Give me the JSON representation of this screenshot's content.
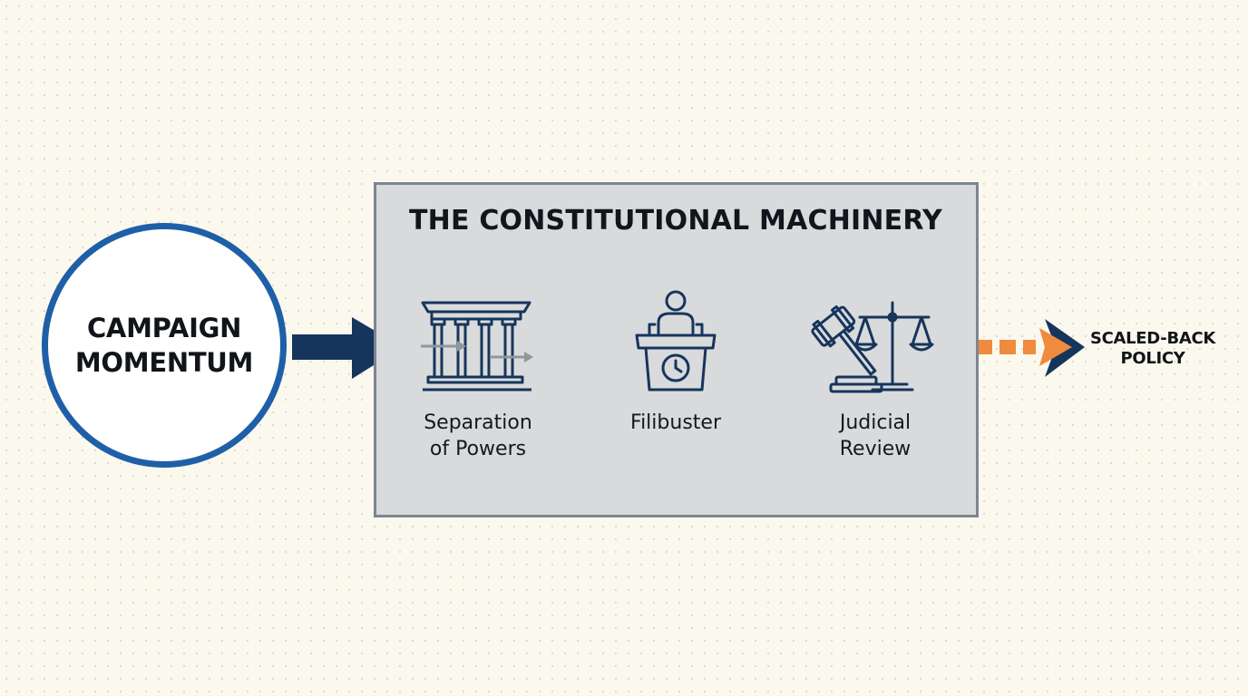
{
  "input_node": {
    "line1": "CAMPAIGN",
    "line2": "MOMENTUM"
  },
  "machinery": {
    "title": "THE CONSTITUTIONAL MACHINERY",
    "stages": [
      {
        "line1": "Separation",
        "line2": "of Powers",
        "icon": "columns-icon"
      },
      {
        "line1": "Filibuster",
        "icon": "podium-clock-icon"
      },
      {
        "line1": "Judicial",
        "line2": "Review",
        "icon": "gavel-scales-icon"
      }
    ]
  },
  "output_node": {
    "line1": "SCALED-BACK",
    "line2": "POLICY"
  },
  "colors": {
    "navy": "#16355c",
    "blue_ring": "#1f5fa8",
    "orange": "#f08a3c",
    "panel_gray": "#d9dadb",
    "panel_border": "#7d8590",
    "connector_gray": "#9aa1a8"
  }
}
